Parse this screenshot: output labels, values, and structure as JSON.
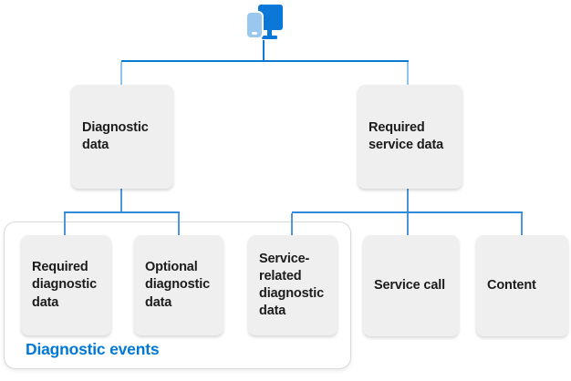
{
  "colors": {
    "connector_dark": "#0c79d3",
    "connector_mid": "#4a97dd",
    "connector_light": "#92c3ee",
    "node_fill": "#efefef",
    "node_text": "#1c1c1c",
    "group_border": "#d9d9d9",
    "group_label": "#0078d4",
    "monitor_blue": "#0b78d7",
    "phone_blue": "#9ac7ed"
  },
  "diagram": {
    "root": {
      "icon": "monitor-and-phone-icon"
    },
    "level1": [
      {
        "id": "diagnostic-data",
        "label": "Diagnostic data"
      },
      {
        "id": "required-service-data",
        "label": "Required service data"
      }
    ],
    "level2": [
      {
        "id": "required-diagnostic-data",
        "label": "Required diagnostic data",
        "parent": "diagnostic-data"
      },
      {
        "id": "optional-diagnostic-data",
        "label": "Optional diagnostic data",
        "parent": "diagnostic-data"
      },
      {
        "id": "service-related-diagnostic-data",
        "label": "Service-related diagnostic data",
        "parent": "required-service-data"
      },
      {
        "id": "service-call",
        "label": "Service call",
        "parent": "required-service-data"
      },
      {
        "id": "content",
        "label": "Content",
        "parent": "required-service-data"
      }
    ],
    "group": {
      "label": "Diagnostic events",
      "members": [
        "required-diagnostic-data",
        "optional-diagnostic-data",
        "service-related-diagnostic-data"
      ]
    }
  }
}
